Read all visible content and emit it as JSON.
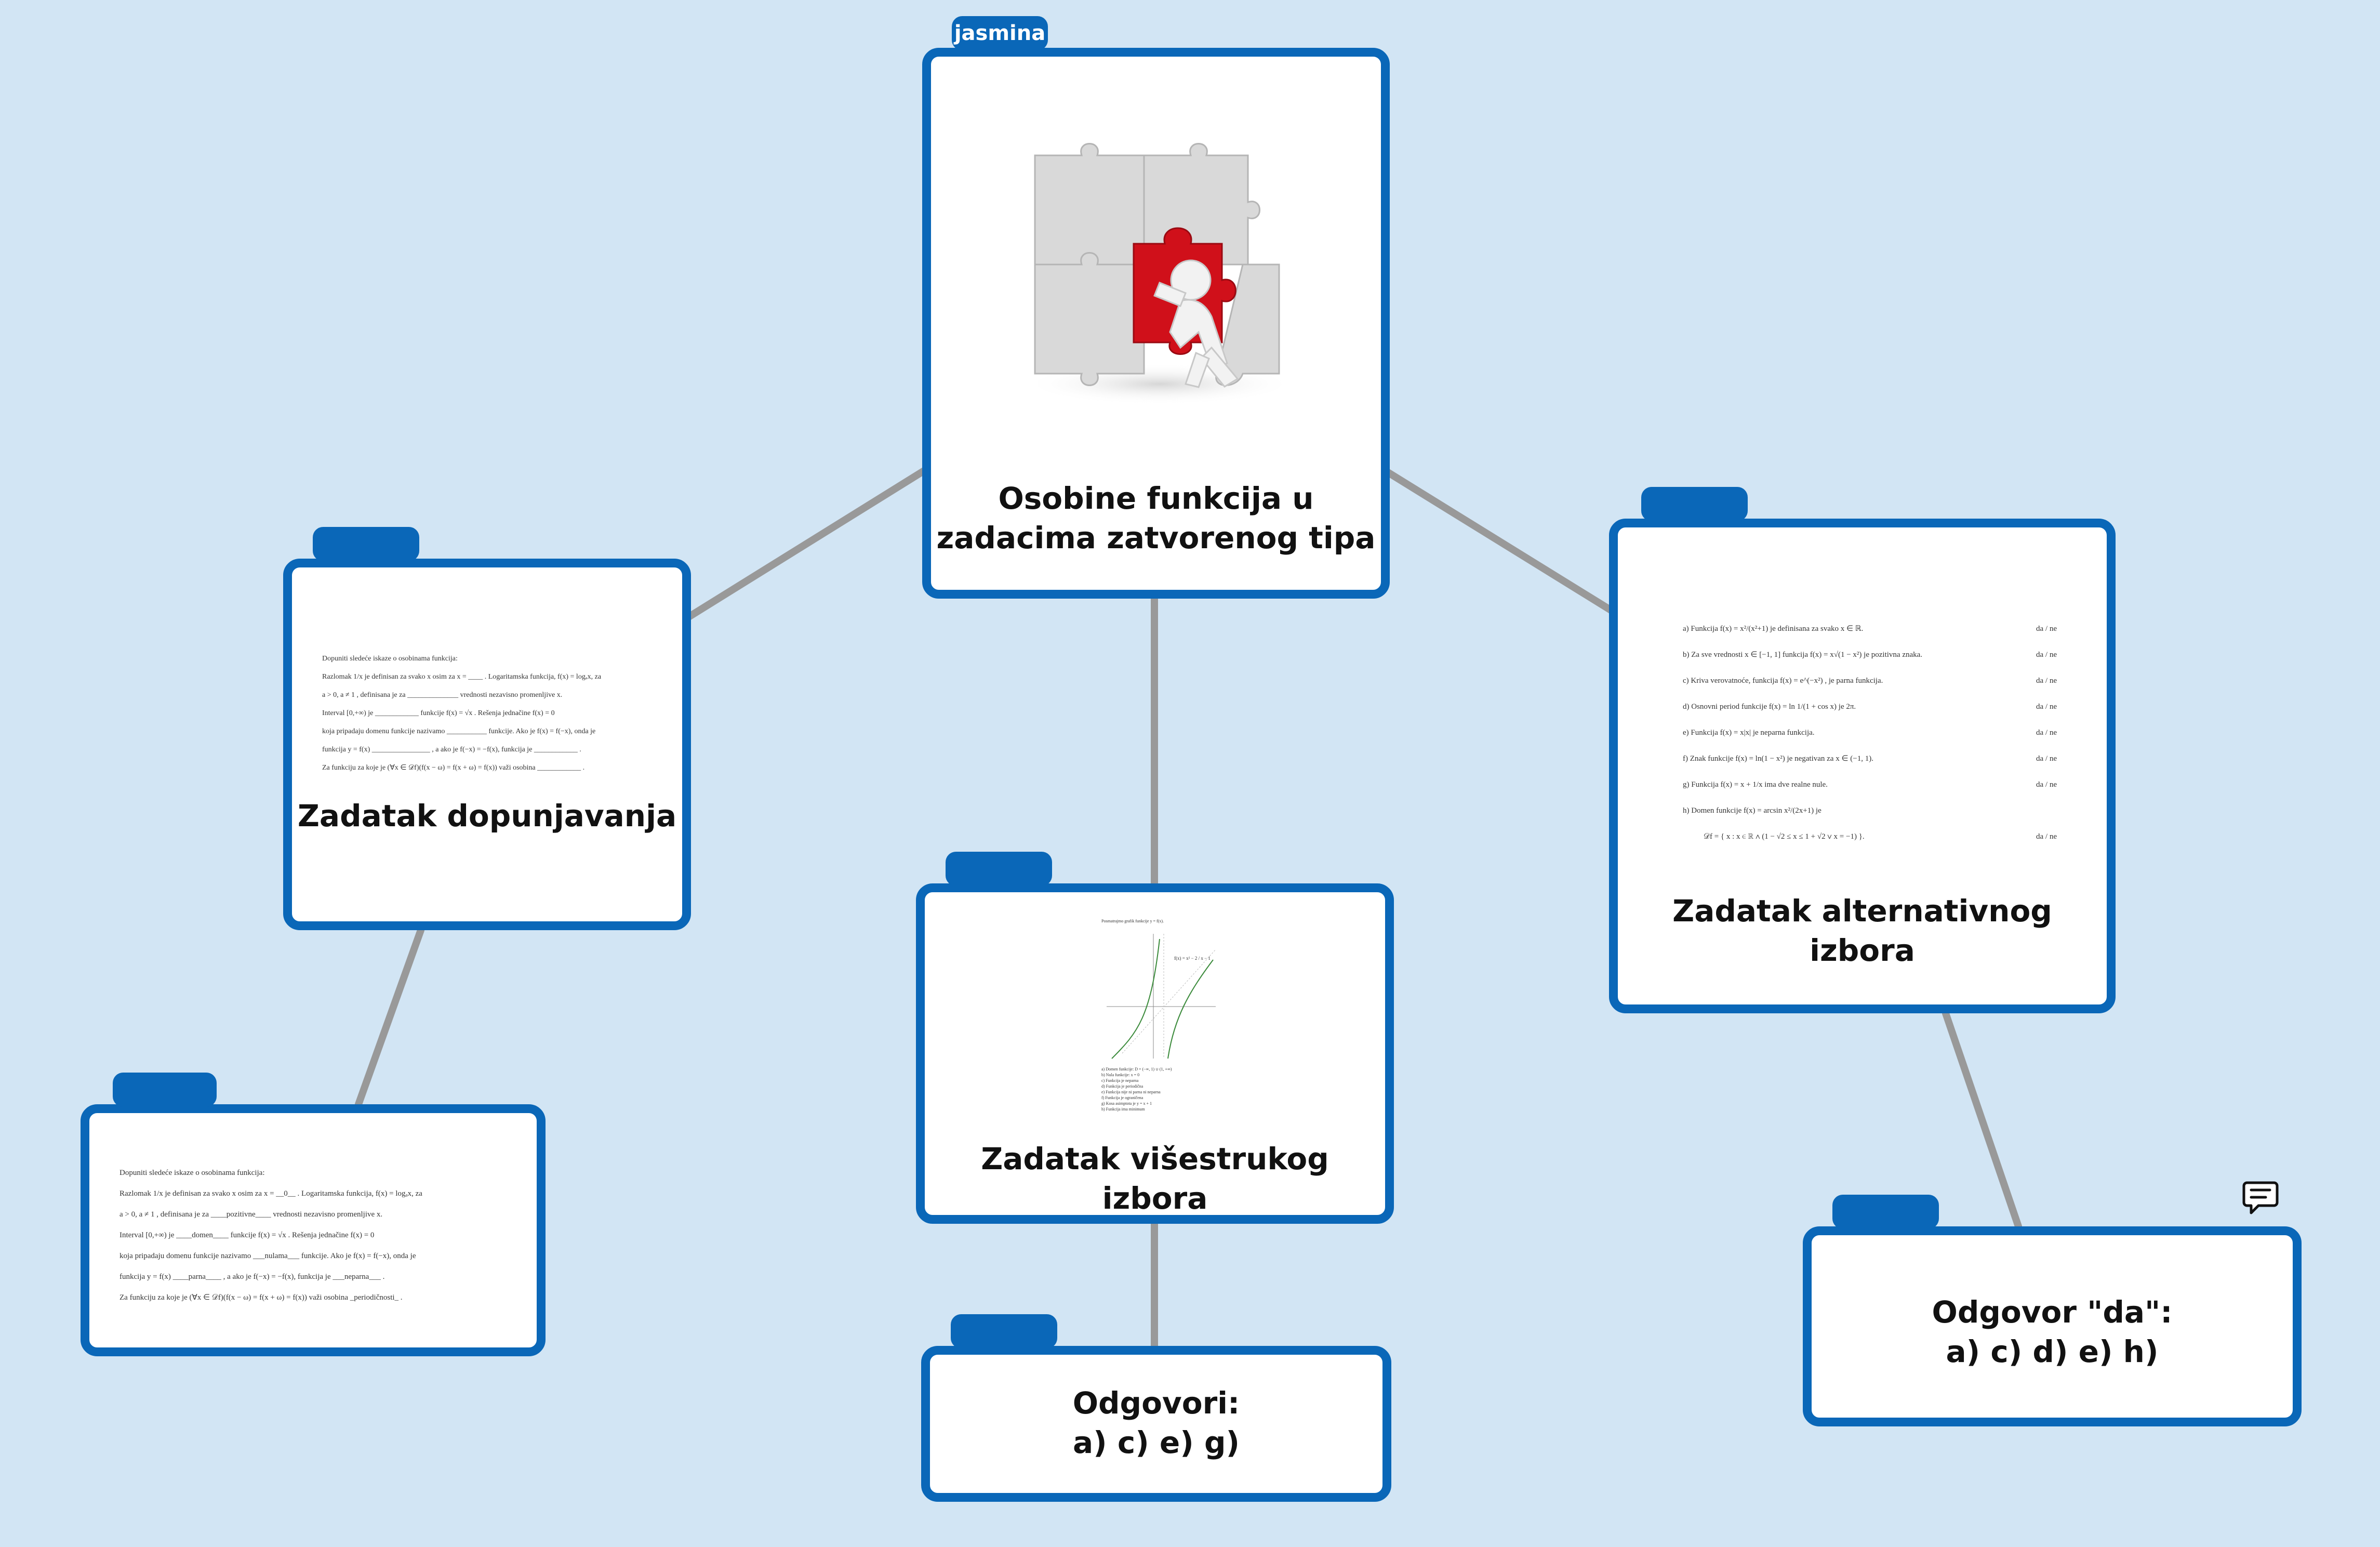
{
  "colors": {
    "background": "#d2e5f4",
    "node_border": "#0a67b8",
    "connector": "#999999",
    "puzzle_accent": "#d0101a"
  },
  "central": {
    "tab_label": "jasmina",
    "title_line1": "Osobine funkcija u",
    "title_line2": "zadacima zatvorenog tipa",
    "image_icon": "puzzle-figure-icon"
  },
  "dopunjavanja": {
    "title": "Zadatak dopunjavanja",
    "lines": [
      "Dopuniti sledeće iskaze o osobinama funkcija:",
      "Razlomak  1/x  je definisan za svako x osim za x = ____ . Logaritamska funkcija,  f(x) = logₐx, za",
      "a > 0,  a ≠ 1  , definisana je za ______________ vrednosti nezavisno promenljive  x.",
      "Interval  [0,+∞)  je ____________ funkcije  f(x) = √x . Rešenja jednačine  f(x) = 0",
      "koja pripadaju domenu funkcije nazivamo ___________ funkcije. Ako je  f(x) = f(−x), onda je",
      "funkcija  y = f(x) ________________ , a ako je  f(−x) = −f(x), funkcija je ____________ .",
      "Za funkciju za koje je  (∀x ∈ 𝒟f)(f(x − ω) = f(x + ω) = f(x))  važi osobina ____________ ."
    ]
  },
  "dopunjavanja_answers": {
    "lines": [
      "Dopuniti sledeće iskaze o osobinama funkcija:",
      "Razlomak  1/x  je definisan za svako x osim za x = __0__ . Logaritamska funkcija,  f(x) = logₐx, za",
      "a > 0,  a ≠ 1  , definisana je za ____pozitivne____ vrednosti nezavisno promenljive  x.",
      "Interval  [0,+∞)  je ____domen____ funkcije  f(x) = √x . Rešenja jednačine  f(x) = 0",
      "koja pripadaju domenu funkcije nazivamo ___nulama___ funkcije. Ako je  f(x) = f(−x), onda je",
      "funkcija  y = f(x) ____parna____ , a ako je  f(−x) = −f(x), funkcija je ___neparna___ .",
      "Za funkciju za koje je  (∀x ∈ 𝒟f)(f(x − ω) = f(x + ω) = f(x))  važi osobina _periodičnosti_ ."
    ]
  },
  "visestrukog": {
    "title": "Zadatak višestrukog izbora",
    "graph_caption": "Posmatrajmo grafik funkcije  y = f(x).",
    "graph_label": "f(x) = x² − 2 / x − 1",
    "lines": [
      "a) Domen funkcije: D = (−∞, 1) ∪ (1, +∞)",
      "b) Nula funkcije: x = 0",
      "c) Funkcija je neparna",
      "d) Funkcija je periodična",
      "e) Funkcija nije ni parna ni neparna",
      "f) Funkcija je ograničena",
      "g) Kosa asimptota je y = x + 1",
      "h) Funkcija ima minimum"
    ]
  },
  "odgovori": {
    "line1": "Odgovori:",
    "line2": "a) c) e) g)"
  },
  "alternativnog": {
    "title": "Zadatak alternativnog izbora",
    "items": [
      {
        "label": "a)  Funkcija f(x) = x²/(x²+1)  je definisana za svako  x ∈ ℝ.",
        "choice": "da / ne"
      },
      {
        "label": "b)  Za sve vrednosti  x ∈ [−1, 1]  funkcija  f(x) = x√(1 − x²)  je pozitivna znaka.",
        "choice": "da / ne"
      },
      {
        "label": "c)  Kriva verovatnoće, funkcija  f(x) = e^(−x²) , je parna funkcija.",
        "choice": "da / ne"
      },
      {
        "label": "d)  Osnovni period funkcije  f(x) = ln 1/(1 + cos x)  je  2π.",
        "choice": "da / ne"
      },
      {
        "label": "e)  Funkcija  f(x) = x|x|  je neparna funkcija.",
        "choice": "da / ne"
      },
      {
        "label": "f)  Znak funkcije  f(x) = ln(1 − x²)  je negativan za  x ∈ (−1, 1).",
        "choice": "da / ne"
      },
      {
        "label": "g)  Funkcija  f(x) = x + 1/x  ima dve realne nule.",
        "choice": "da / ne"
      },
      {
        "label": "h)  Domen funkcije  f(x) = arcsin x²/(2x+1)  je",
        "choice": ""
      },
      {
        "label": "𝒟f = { x : x ∈ ℝ ∧ (1 − √2 ≤ x ≤ 1 + √2 ∨ x = −1) }.",
        "choice": "da / ne"
      }
    ]
  },
  "odgovor_da": {
    "line1": "Odgovor \"da\":",
    "line2": "a) c) d) e) h)"
  },
  "comment_icon": "speech-bubble-icon"
}
